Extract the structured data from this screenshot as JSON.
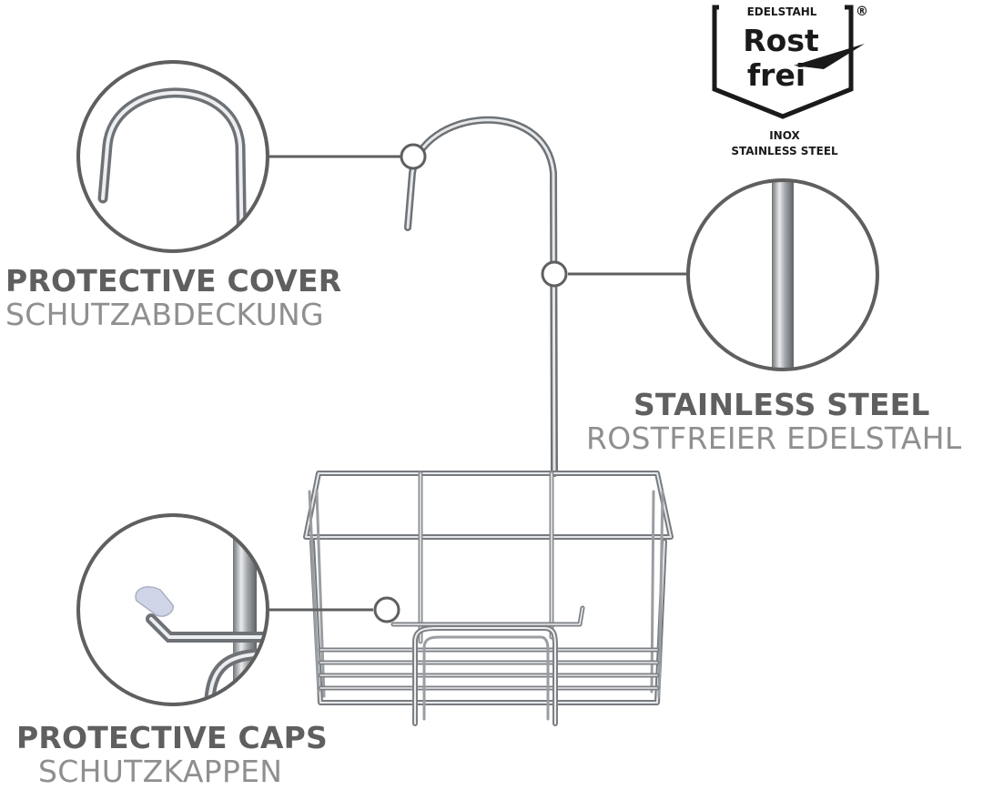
{
  "logo": {
    "top_text": "EDELSTAHL",
    "registered": "®",
    "line1": "Rost",
    "line2": "frei",
    "sub1": "INOX",
    "sub2": "STAINLESS STEEL"
  },
  "callouts": {
    "cover": {
      "en": "PROTECTIVE COVER",
      "de": "SCHUTZABDECKUNG"
    },
    "steel": {
      "en": "STAINLESS STEEL",
      "de": "ROSTFREIER EDELSTAHL"
    },
    "caps": {
      "en": "PROTECTIVE CAPS",
      "de": "SCHUTZKAPPEN"
    }
  },
  "colors": {
    "ring": "#5f5f5f",
    "chrome": "#b9bcc0",
    "chrome_dark": "#7d8185",
    "label_dark": "#5f5f5f",
    "label_light": "#8f8f8f"
  }
}
